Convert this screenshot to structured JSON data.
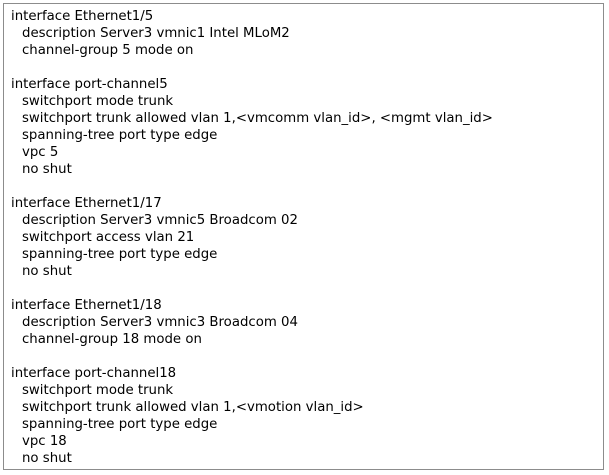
{
  "config_blocks": [
    {
      "header": "interface Ethernet1/5",
      "lines": [
        "description Server3 vmnic1 Intel MLoM2",
        "channel-group 5 mode on"
      ]
    },
    {
      "header": "interface port-channel5",
      "lines": [
        "switchport mode trunk",
        "switchport trunk allowed vlan 1,<vmcomm vlan_id>, <mgmt vlan_id>",
        "spanning-tree port type edge",
        "vpc 5",
        "no shut"
      ]
    },
    {
      "header": "interface Ethernet1/17",
      "lines": [
        "description Server3 vmnic5 Broadcom 02",
        "switchport access vlan 21",
        "spanning-tree port type edge",
        "no shut"
      ]
    },
    {
      "header": "interface Ethernet1/18",
      "lines": [
        "description Server3 vmnic3 Broadcom 04",
        "channel-group 18 mode on"
      ]
    },
    {
      "header": "interface port-channel18",
      "lines": [
        "switchport mode trunk",
        "switchport trunk allowed vlan 1,<vmotion vlan_id>",
        "spanning-tree port type edge",
        "vpc 18",
        "no shut"
      ]
    }
  ]
}
